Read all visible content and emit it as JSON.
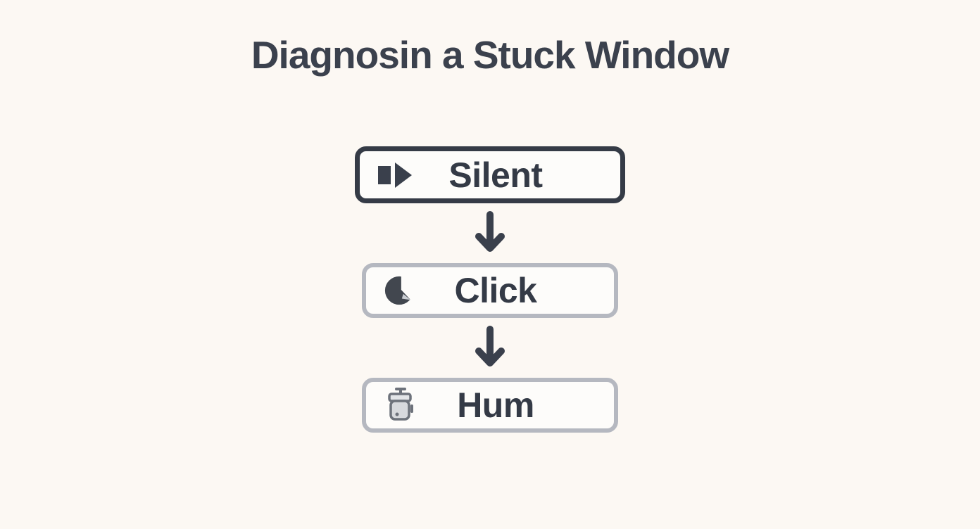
{
  "title": "Diagnosin a Stuck Window",
  "flow": {
    "steps": [
      {
        "label": "Silent",
        "icon": "step-forward-icon",
        "border_color": "#353b46",
        "emphasis": "dark"
      },
      {
        "label": "Click",
        "icon": "pie-chart-icon",
        "border_color": "#b5b8c0",
        "emphasis": "light"
      },
      {
        "label": "Hum",
        "icon": "appliance-icon",
        "border_color": "#b5b8c0",
        "emphasis": "light"
      }
    ],
    "connectors": [
      {
        "type": "down-arrow"
      },
      {
        "type": "down-arrow"
      }
    ]
  },
  "colors": {
    "background": "#fcf8f3",
    "box_fill": "#fdfcfa",
    "dark_border": "#353b46",
    "light_border": "#b5b8c0",
    "text": "#343a46",
    "title_text": "#3b414d",
    "arrow": "#3a404c",
    "icon_gray_stroke": "#6d727b",
    "icon_gray_fill": "#d7d9dd"
  }
}
